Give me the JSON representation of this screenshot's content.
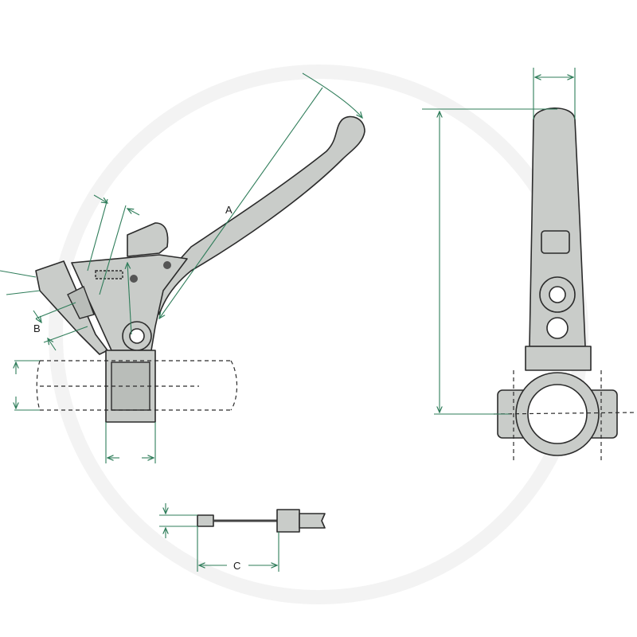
{
  "labels": {
    "a": "A",
    "b": "B",
    "c": "C"
  },
  "colors": {
    "part_fill": "#c9ccc9",
    "outline": "#2b2b2b",
    "dimension": "#2f7d5a"
  }
}
